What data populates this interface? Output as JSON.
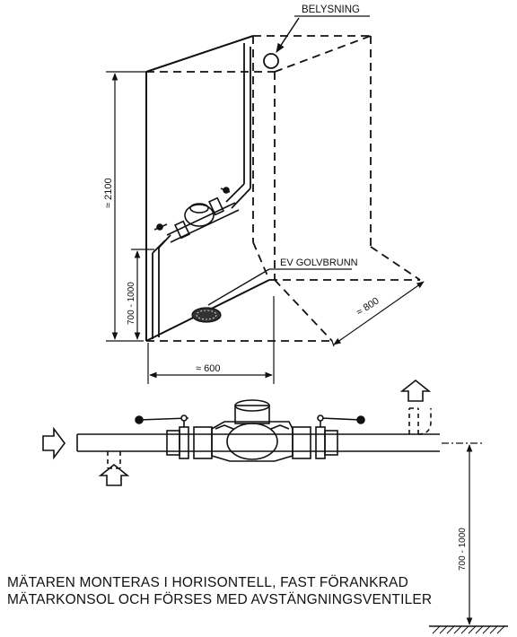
{
  "labels": {
    "lighting": "BELYSNING",
    "height_dim": "≈ 2100",
    "meter_height_dim": "700 - 1000",
    "floor_drain": "EV GOLVBRUNN",
    "depth_dim": "≈ 800",
    "width_dim": "≈ 600",
    "side_height_dim": "700 - 1000"
  },
  "caption": {
    "line1": "MÄTAREN MONTERAS I HORISONTELL, FAST FÖRANKRAD",
    "line2": "MÄTARKONSOL OCH FÖRSES MED AVSTÄNGNINGSVENTILER"
  }
}
